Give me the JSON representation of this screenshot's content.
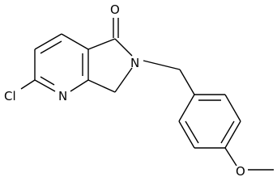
{
  "molecule": {
    "atoms": {
      "oxygen_carbonyl": "O",
      "nitrogen_lactam": "N",
      "nitrogen_pyridine": "N",
      "chlorine": "Cl",
      "oxygen_methoxy": "O"
    }
  },
  "colors": {
    "bond": "#000000",
    "background": "#ffffff"
  }
}
